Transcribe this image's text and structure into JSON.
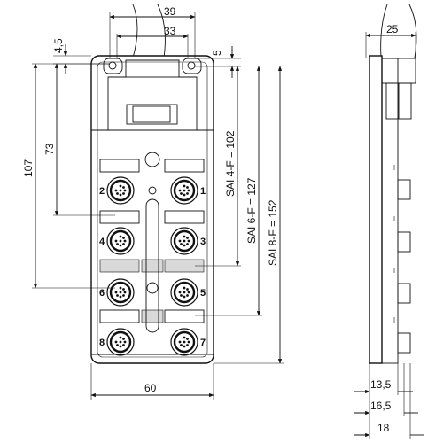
{
  "dimensions": {
    "top_outer": "39",
    "top_inner": "33",
    "top_offset": "4,5",
    "top_right": "5",
    "height_107": "107",
    "height_73": "73",
    "sai_4f": "SAI 4-F = 102",
    "sai_6f": "SAI 6-F = 127",
    "sai_8f": "SAI 8-F = 152",
    "width_bottom": "60",
    "side_top": "25",
    "side_135": "13,5",
    "side_165": "16,5",
    "side_18": "18"
  },
  "ports": [
    {
      "number": "1"
    },
    {
      "number": "2"
    },
    {
      "number": "3"
    },
    {
      "number": "4"
    },
    {
      "number": "5"
    },
    {
      "number": "6"
    },
    {
      "number": "7"
    },
    {
      "number": "8"
    }
  ]
}
